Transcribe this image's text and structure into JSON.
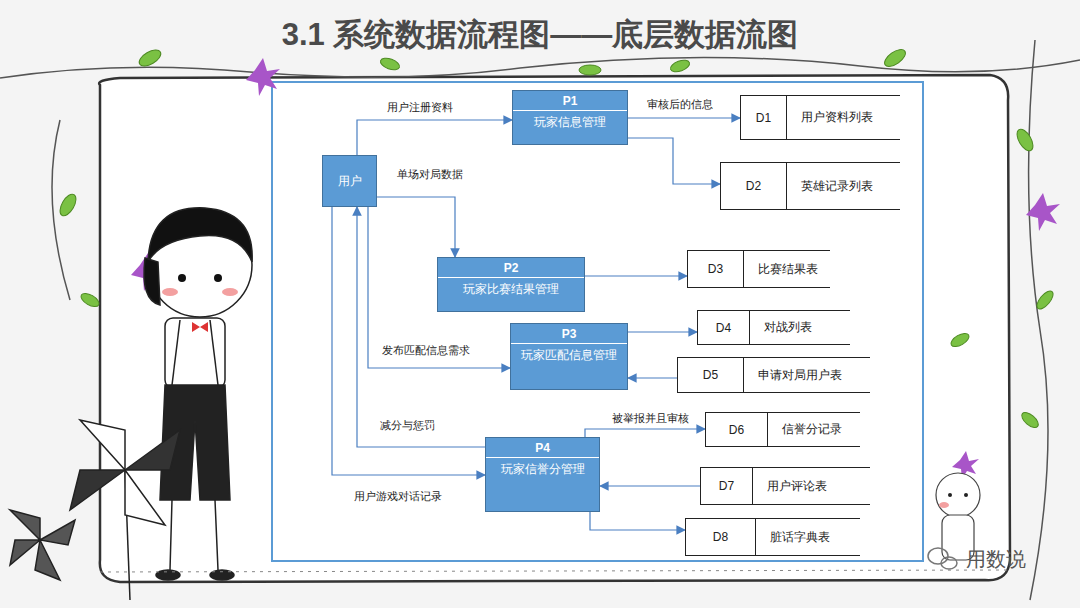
{
  "diagram": {
    "title": "3.1 系统数据流程图——底层数据流图",
    "nodes": [
      {
        "text": [
          "用户"
        ]
      },
      {
        "text": [
          "P1",
          "玩家信息管理"
        ]
      },
      {
        "text": [
          "D1",
          "用户资料列表"
        ]
      },
      {
        "text": [
          "D2",
          "英雄记录列表"
        ]
      },
      {
        "text": [
          "P2",
          "玩家比赛结果管理"
        ]
      },
      {
        "text": [
          "D3",
          "比赛结果表"
        ]
      },
      {
        "text": [
          "P3",
          "玩家匹配信息管理"
        ]
      },
      {
        "text": [
          "D4",
          "对战列表"
        ]
      },
      {
        "text": [
          "D5",
          "申请对局用户表"
        ]
      },
      {
        "text": [
          "P4",
          "玩家信誉分管理"
        ]
      },
      {
        "text": [
          "D6",
          "信誉分记录"
        ]
      },
      {
        "text": [
          "D7",
          "用户评论表"
        ]
      },
      {
        "text": [
          "D8",
          "脏话字典表"
        ]
      }
    ],
    "edges": [
      {
        "from": 0,
        "to": 1,
        "label": "用户注册资料",
        "arrow": "to"
      },
      {
        "from": 1,
        "to": 2,
        "label": "审核后的信息",
        "arrow": "to"
      },
      {
        "from": 1,
        "to": 3,
        "arrow": "to"
      },
      {
        "from": 0,
        "to": 4,
        "label": "单场对局数据",
        "arrow": "to"
      },
      {
        "from": 4,
        "to": 5,
        "arrow": "to"
      },
      {
        "from": 0,
        "to": 6,
        "label": "发布匹配信息需求",
        "arrow": "to"
      },
      {
        "from": 6,
        "to": 7,
        "arrow": "to"
      },
      {
        "from": 8,
        "to": 6,
        "arrow": "to"
      },
      {
        "from": 0,
        "to": 9,
        "label": "用户游戏对话记录",
        "arrow": "to"
      },
      {
        "from": 9,
        "to": 0,
        "label": "减分与惩罚",
        "arrow": "to"
      },
      {
        "from": 9,
        "to": 10,
        "label": "被举报并且审核",
        "arrow": "to"
      },
      {
        "from": 11,
        "to": 9,
        "arrow": "to"
      },
      {
        "from": 9,
        "to": 12,
        "arrow": "to"
      }
    ],
    "labels": [
      "用数说"
    ]
  }
}
